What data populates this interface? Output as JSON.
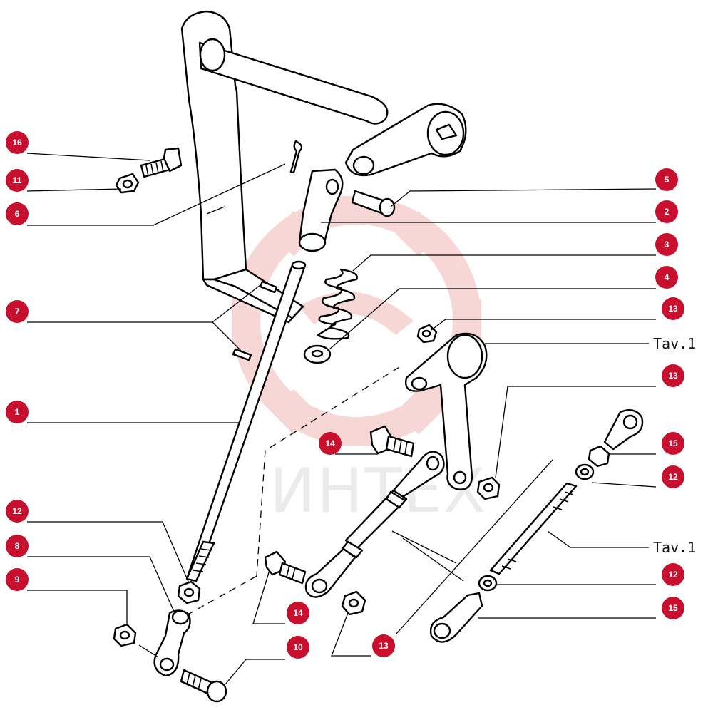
{
  "diagram": {
    "watermark_text": "ИНТЕХ",
    "watermark_color": "#f2c4c4",
    "badge_color": "#c8102e",
    "callouts": [
      {
        "id": "c16",
        "label": "16"
      },
      {
        "id": "c11",
        "label": "11"
      },
      {
        "id": "c6",
        "label": "6"
      },
      {
        "id": "c7",
        "label": "7"
      },
      {
        "id": "c1",
        "label": "1"
      },
      {
        "id": "c12a",
        "label": "12"
      },
      {
        "id": "c8",
        "label": "8"
      },
      {
        "id": "c9",
        "label": "9"
      },
      {
        "id": "c5",
        "label": "5"
      },
      {
        "id": "c2",
        "label": "2"
      },
      {
        "id": "c3",
        "label": "3"
      },
      {
        "id": "c4",
        "label": "4"
      },
      {
        "id": "c13a",
        "label": "13"
      },
      {
        "id": "c13b",
        "label": "13"
      },
      {
        "id": "c14a",
        "label": "14"
      },
      {
        "id": "c14b",
        "label": "14"
      },
      {
        "id": "c15a",
        "label": "15"
      },
      {
        "id": "c12b",
        "label": "12"
      },
      {
        "id": "c12c",
        "label": "12"
      },
      {
        "id": "c15b",
        "label": "15"
      },
      {
        "id": "c10",
        "label": "10"
      },
      {
        "id": "c13c",
        "label": "13"
      }
    ],
    "references": [
      {
        "id": "r1",
        "label": "Tav.1"
      },
      {
        "id": "r2",
        "label": "Tav.1"
      }
    ]
  }
}
